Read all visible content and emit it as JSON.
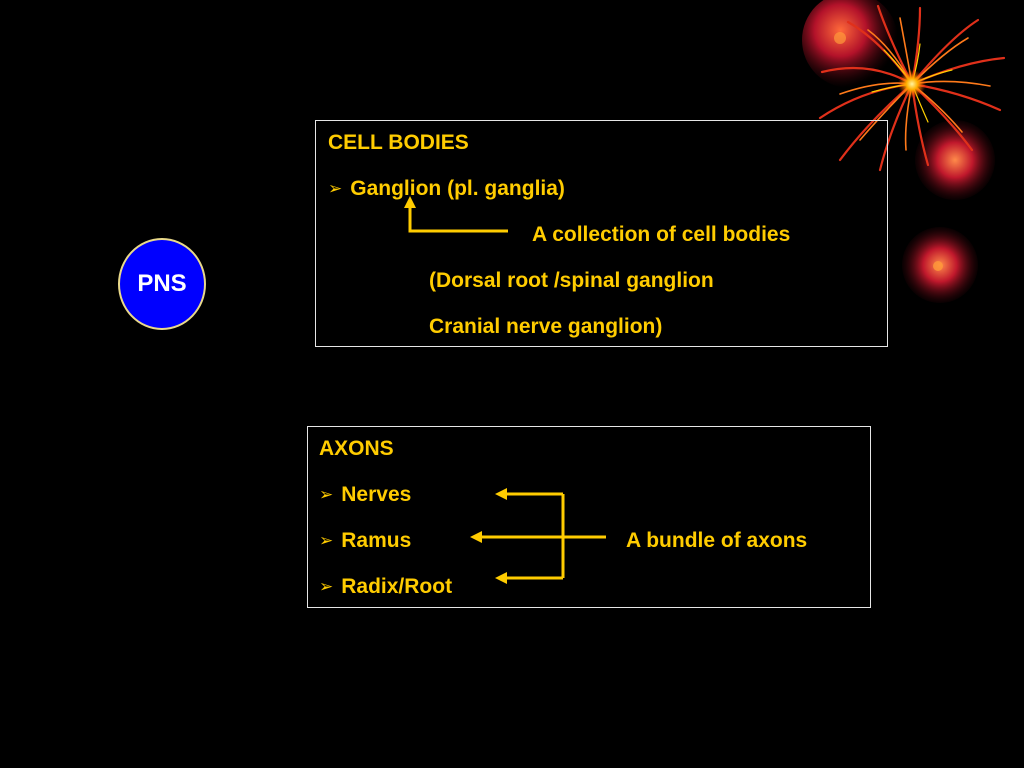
{
  "pns": {
    "label": "PNS"
  },
  "cell_bodies": {
    "heading": "CELL BODIES",
    "bullet_glyph": "➢",
    "item": "Ganglion (pl. ganglia)",
    "definition": "A collection of cell bodies",
    "example_line1": "(Dorsal root /spinal ganglion",
    "example_line2": "Cranial nerve ganglion)"
  },
  "axons": {
    "heading": "AXONS",
    "bullet_glyph": "➢",
    "items": [
      "Nerves",
      "Ramus",
      "Radix/Root"
    ],
    "definition": "A bundle of axons"
  },
  "colors": {
    "background": "#000000",
    "text": "#ffcc00",
    "arrow": "#ffcc00",
    "circle_fill": "#0000ff",
    "box_border": "#e6e6e6"
  },
  "icons": {
    "bullet": "arrow-bullet-icon",
    "decoration": "firework-icon"
  }
}
